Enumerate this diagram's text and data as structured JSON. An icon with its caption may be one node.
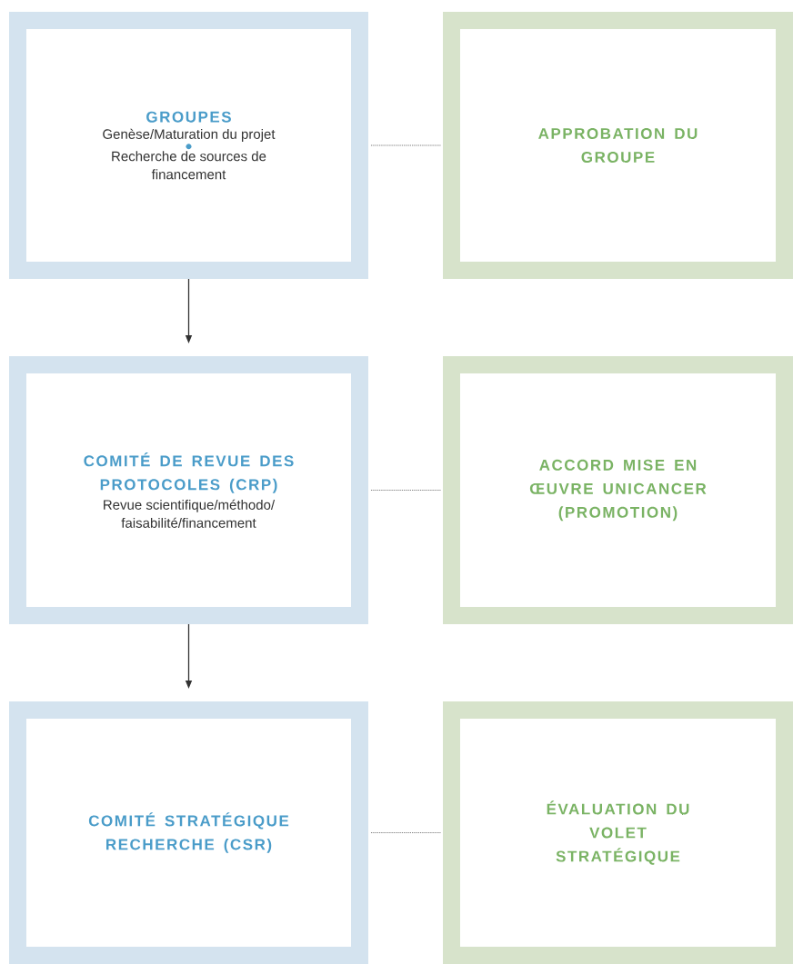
{
  "diagram": {
    "nodes": [
      {
        "text": [
          "GROUPES",
          "Genèse/Maturation du projet",
          "Recherche de sources de financement"
        ]
      },
      {
        "text": [
          "APPROBATION DU GROUPE"
        ]
      },
      {
        "text": [
          "COMITÉ DE REVUE DES PROTOCOLES (CRP)",
          "Revue scientifique/méthodo/ faisabilité/financement"
        ]
      },
      {
        "text": [
          "ACCORD MISE EN ŒUVRE UNICANCER (PROMOTION)"
        ]
      },
      {
        "text": [
          "COMITÉ STRATÉGIQUE RECHERCHE (CSR)"
        ]
      },
      {
        "text": [
          "ÉVALUATION DU VOLET STRATÉGIQUE"
        ]
      }
    ],
    "edges": [
      {
        "from": 0,
        "to": 1,
        "arrow": "none",
        "style": "dashed"
      },
      {
        "from": 0,
        "to": 2,
        "arrow": "to"
      },
      {
        "from": 2,
        "to": 3,
        "arrow": "none",
        "style": "dashed"
      },
      {
        "from": 2,
        "to": 4,
        "arrow": "to"
      },
      {
        "from": 4,
        "to": 5,
        "arrow": "none",
        "style": "dashed"
      }
    ]
  }
}
